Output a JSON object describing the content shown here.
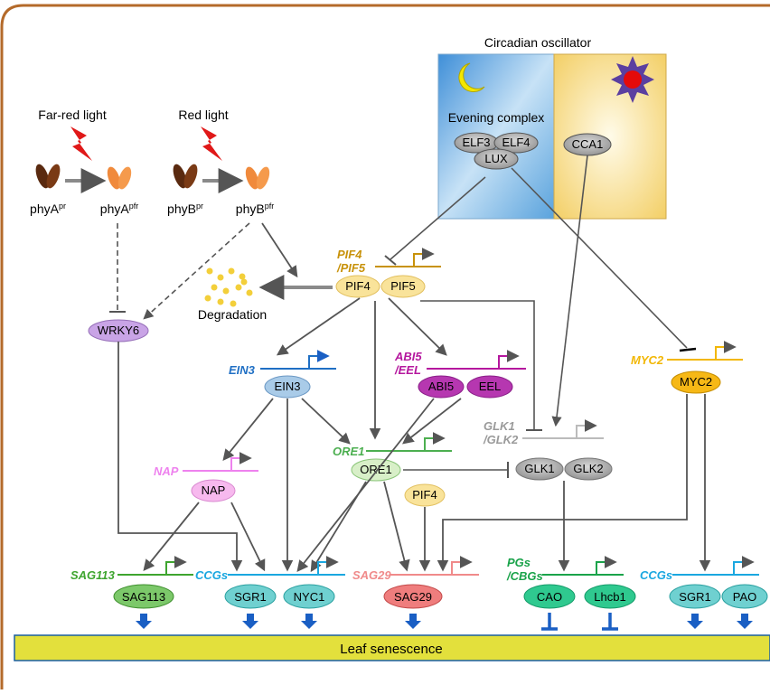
{
  "circadian": {
    "title": "Circadian oscillator",
    "evening_complex": "Evening complex",
    "elf3": "ELF3",
    "elf4": "ELF4",
    "lux": "LUX",
    "cca1": "CCA1"
  },
  "light": {
    "far_red": "Far-red light",
    "red": "Red light"
  },
  "phy": {
    "phyA": "phyA",
    "phyB": "phyB",
    "pr": "pr",
    "pfr": "pfr"
  },
  "genes": {
    "pif4": "PIF4",
    "pif5": "/PIF5",
    "ein3": "EIN3",
    "abi5": "ABI5",
    "eel": "/EEL",
    "myc2": "MYC2",
    "glk1": "GLK1",
    "glk2": "/GLK2",
    "ore1": "ORE1",
    "nap": "NAP",
    "sag113": "SAG113",
    "ccgs": "CCGs",
    "sag29": "SAG29",
    "pgs": "PGs",
    "cbgs": "/CBGs",
    "ccgs2": "CCGs"
  },
  "proteins": {
    "pif4": "PIF4",
    "pif5": "PIF5",
    "wrky6": "WRKY6",
    "ein3": "EIN3",
    "abi5": "ABI5",
    "eel": "EEL",
    "myc2": "MYC2",
    "ore1": "ORE1",
    "glk1": "GLK1",
    "glk2": "GLK2",
    "nap": "NAP",
    "pif4b": "PIF4",
    "sag113": "SAG113",
    "sgr1": "SGR1",
    "nyc1": "NYC1",
    "sag29": "SAG29",
    "cao": "CAO",
    "lhcb1": "Lhcb1",
    "sgr1b": "SGR1",
    "pao": "PAO"
  },
  "degradation": "Degradation",
  "leaf_senescence": "Leaf senescence",
  "colors": {
    "pif": "#c8920a",
    "ein3": "#1f6fc4",
    "abi5": "#b5179e",
    "myc2": "#f2b705",
    "glk": "#9a9a9a",
    "ore1": "#4caf50",
    "nap": "#ee82ee",
    "sag113": "#3ea52f",
    "ccg": "#1aa7e0",
    "sag29": "#f08a8a",
    "pg": "#1aa34a",
    "bar": "#e3e03c"
  }
}
